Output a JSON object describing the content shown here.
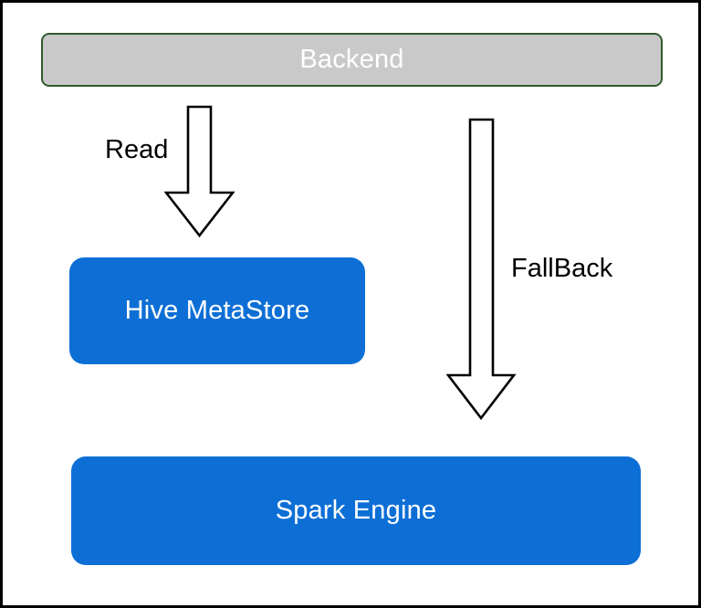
{
  "canvas": {
    "background": "#ffffff",
    "frame_color": "#000000"
  },
  "nodes": {
    "backend": {
      "label": "Backend",
      "fill": "#c9c9c9",
      "border_color": "#2f5b2f",
      "text_color": "#ffffff"
    },
    "hive_metastore": {
      "label": "Hive MetaStore",
      "fill": "#0d6fd6",
      "text_color": "#ffffff"
    },
    "spark_engine": {
      "label": "Spark Engine",
      "fill": "#0d6fd6",
      "text_color": "#ffffff"
    }
  },
  "edges": {
    "read": {
      "label": "Read",
      "from": "Backend",
      "to": "Hive MetaStore",
      "style": "outlined-block-arrow",
      "direction": "down",
      "outline_color": "#000000",
      "fill": "#ffffff"
    },
    "fallback": {
      "label": "FallBack",
      "from": "Backend",
      "to": "Spark Engine",
      "style": "outlined-block-arrow",
      "direction": "down",
      "outline_color": "#000000",
      "fill": "#ffffff"
    }
  }
}
